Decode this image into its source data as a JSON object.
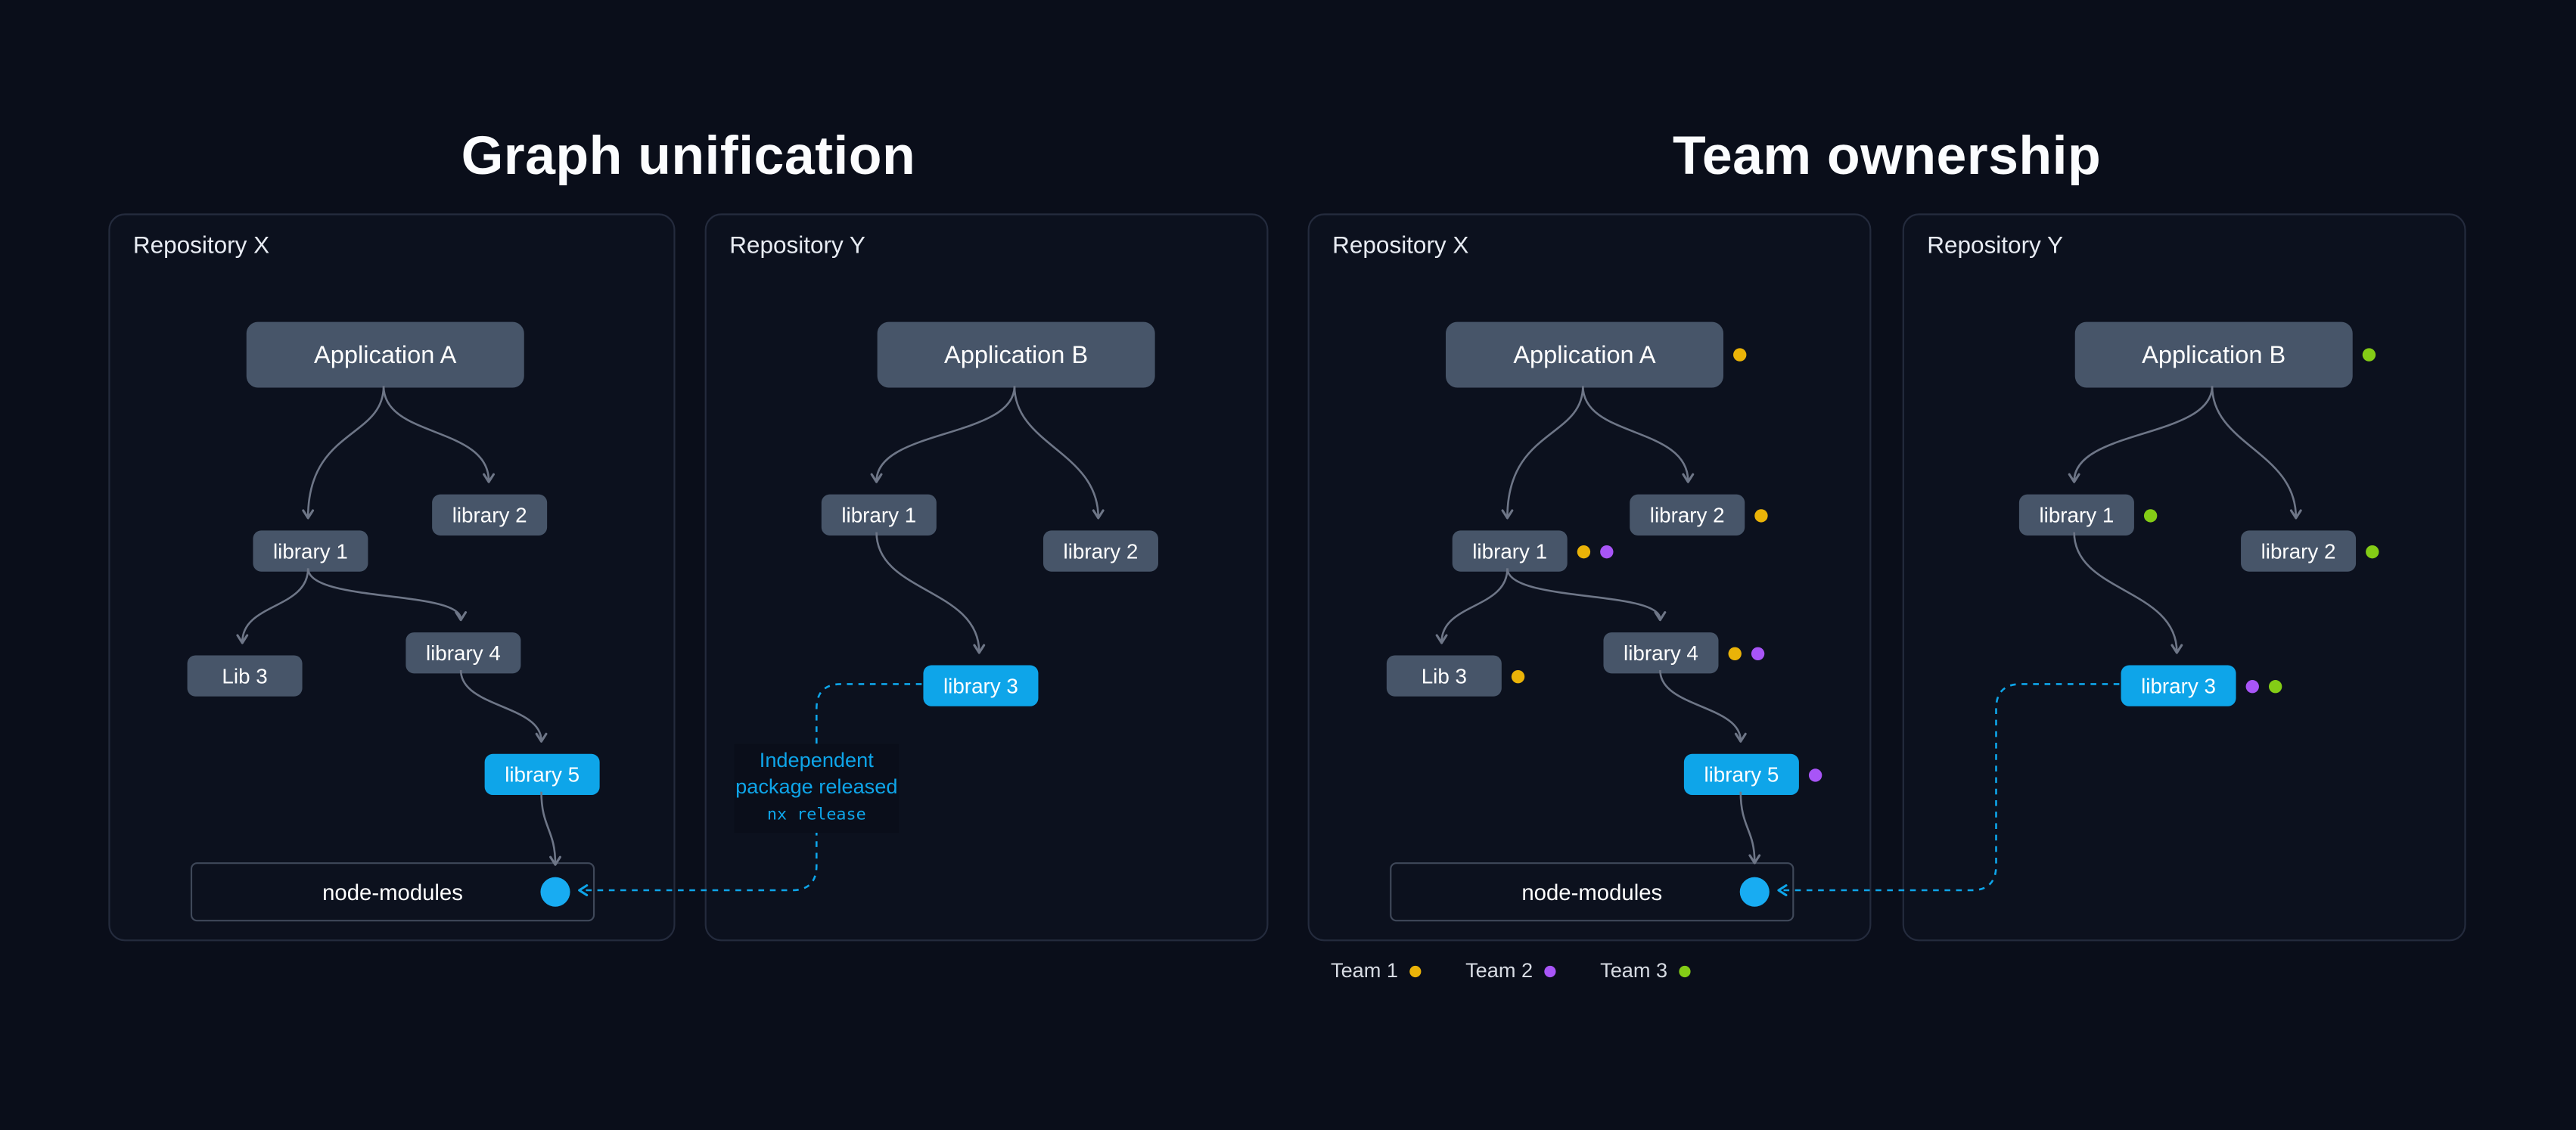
{
  "titles": {
    "left": "Graph unification",
    "right": "Team ownership"
  },
  "panels": {
    "p1": {
      "title": "Repository X",
      "app": "Application A",
      "lib1": "library 1",
      "lib2": "library 2",
      "lib3": "Lib 3",
      "lib4": "library 4",
      "lib5": "library 5",
      "node_modules": "node-modules"
    },
    "p2": {
      "title": "Repository Y",
      "app": "Application B",
      "lib1": "library 1",
      "lib2": "library 2",
      "lib3": "library 3"
    },
    "p3": {
      "title": "Repository X",
      "app": "Application A",
      "lib1": "library 1",
      "lib2": "library 2",
      "lib3": "Lib 3",
      "lib4": "library 4",
      "lib5": "library 5",
      "node_modules": "node-modules"
    },
    "p4": {
      "title": "Repository Y",
      "app": "Application B",
      "lib1": "library 1",
      "lib2": "library 2",
      "lib3": "library 3"
    }
  },
  "annotation": {
    "line1": "Independent",
    "line2": "package released",
    "code": "nx release"
  },
  "legend": {
    "team1": "Team 1",
    "team2": "Team 2",
    "team3": "Team 3"
  },
  "colors": {
    "background": "#0a0e1a",
    "panel_border": "#242b3d",
    "node_gray": "#475569",
    "accent_cyan": "#0ea5e9",
    "team1_yellow": "#eab308",
    "team2_purple": "#a855f7",
    "team3_green": "#84cc16",
    "connector_gray": "#6e7687"
  }
}
